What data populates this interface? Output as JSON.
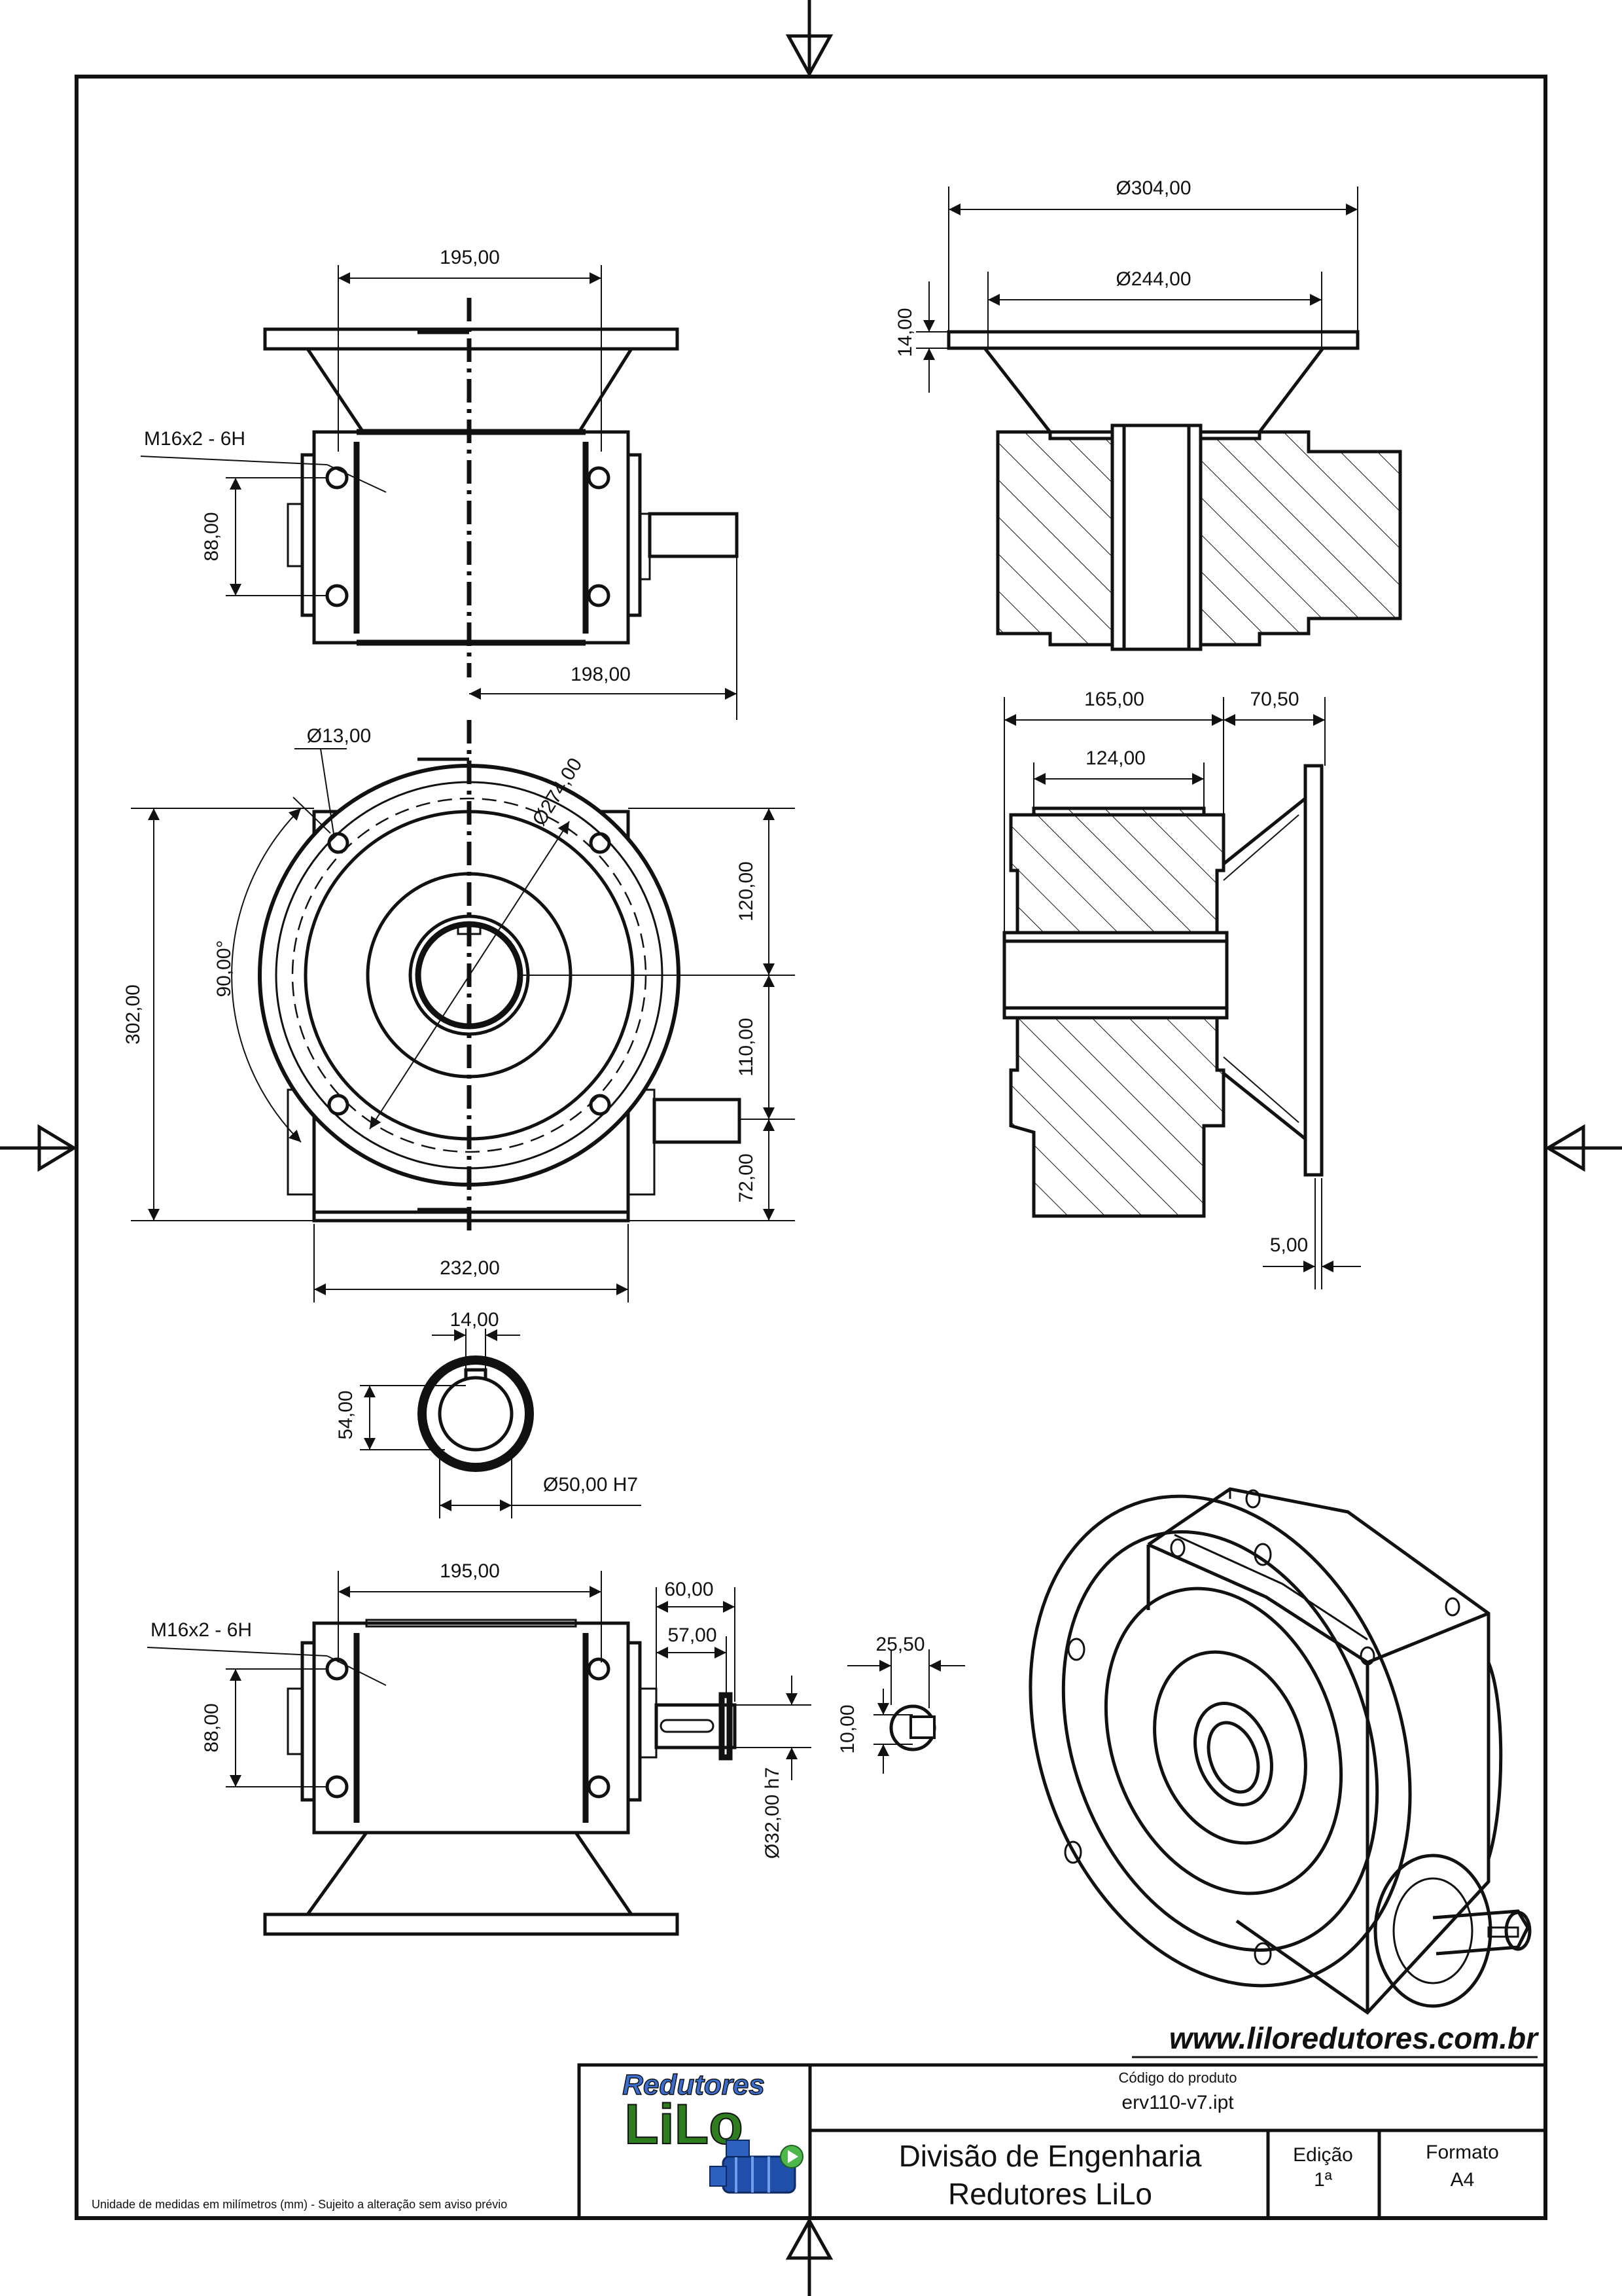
{
  "website": "www.liloredutores.com.br",
  "title_block": {
    "code_label": "Código do produto",
    "code_value": "erv110-v7.ipt",
    "division_line1": "Divisão de Engenharia",
    "division_line2": "Redutores LiLo",
    "edition_label": "Edição",
    "edition_value": "1ª",
    "format_label": "Formato",
    "format_value": "A4",
    "footnote": "Unidade de medidas em milímetros (mm) - Sujeito a alteração sem aviso prévio"
  },
  "logo": {
    "line1": "Redutores",
    "line2": "LiLo",
    "color_top": "#3a6fd0",
    "color_main": "#2e7d1f",
    "color_motor": "#1f4fa8"
  },
  "dimensions": {
    "top_width": "195,00",
    "top_thread": "M16x2 - 6H",
    "top_hole_spacing": "88,00",
    "top_shaft_length": "198,00",
    "flange_outer_dia": "Ø304,00",
    "flange_inner_dia": "Ø244,00",
    "flange_thickness": "14,00",
    "side_length": "165,00",
    "side_inner": "124,00",
    "side_flange_depth": "70,50",
    "side_flange_plate": "5,00",
    "front_hole_dia": "Ø13,00",
    "front_bolt_circle": "Ø274,00",
    "front_height": "302,00",
    "front_angle": "90,00°",
    "front_upper": "120,00",
    "front_lower": "110,00",
    "front_shaft_height": "72,00",
    "front_width": "232,00",
    "bore_key_width": "14,00",
    "bore_key_height": "54,00",
    "bore_dia": "Ø50,00 H7",
    "bottom_width": "195,00",
    "bottom_thread": "M16x2 - 6H",
    "bottom_hole_spacing": "88,00",
    "bottom_shaft_60": "60,00",
    "bottom_shaft_57": "57,00",
    "bottom_shaft_dia": "Ø32,00 h7",
    "key_width": "25,50",
    "key_height": "10,00"
  }
}
